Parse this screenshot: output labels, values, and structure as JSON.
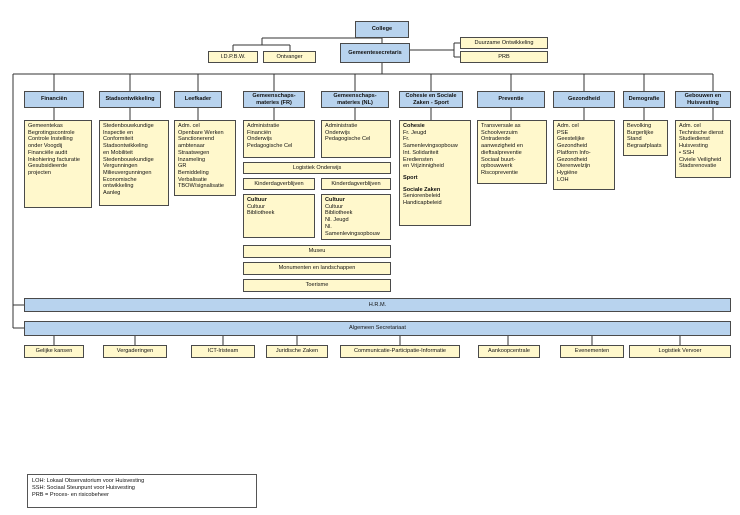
{
  "top": {
    "college": "College",
    "secretary": "Gemeentesecretaris",
    "idpbw": "I.D.P.B.W.",
    "ontvanger": "Ontvanger",
    "duurzame": "Duurzame Ontwikkeling",
    "prb": "PRB"
  },
  "departments": [
    {
      "title": "Financiën",
      "items": [
        "Gemeentekas",
        "Begrotingscontrole",
        "Controle Instelling",
        "onder Voogdij",
        "Financiële audit",
        "Inkohiering facturatie",
        "Gesubsidieerde",
        "projecten"
      ]
    },
    {
      "title": "Stadsontwikkeling",
      "items": [
        "Stedenbouwkundige",
        "Inspectie en",
        "Conformiteit",
        "Stadsontwikkeling",
        "en Mobiliteit",
        "Stedenbouwkundige",
        "Vergunningen",
        "Milieuvergunningen",
        "Economische",
        "ontwikkeling",
        "Aanleg"
      ]
    },
    {
      "title": "Leefkader",
      "items": [
        "Adm. cel",
        "Openbare Werken",
        "Sanctionerend",
        "ambtenaar",
        "Straatwegen",
        "Inzameling",
        "GR",
        "Bemiddeling",
        "Verbalisatie",
        "TBOW/signalisatie"
      ]
    },
    {
      "title": "Gemeenschaps-materies (FR)",
      "items": [
        "Administratie",
        "Financiën",
        "Onderwijs",
        "Pedagogische Cel"
      ]
    },
    {
      "title": "Gemeenschaps-materies (NL)",
      "items": [
        "Administratie",
        "Onderwijs",
        "Pedagogische Cel"
      ]
    },
    {
      "title": "Cohesie en Sociale Zaken - Sport"
    },
    {
      "title": "Preventie",
      "items": [
        "Transversale as",
        "Schoolverzuim",
        "Ontradende",
        "aanwezigheid en",
        "dieftsalpreventie",
        "Sociaal buurt-",
        "opbouwwerk",
        "Riscopreventie"
      ]
    },
    {
      "title": "Gezondheid",
      "items": [
        "Adm. cel",
        "PSE",
        "Geestelijke",
        "Gezondheid",
        "Platform Info-",
        "Gezondheid",
        "Dierenwelzijn",
        "Hygiëne",
        "LOH"
      ]
    },
    {
      "title": "Demografie",
      "items": [
        "Bevolking",
        "Burgerlijke",
        "Stand",
        "Begraafplaats"
      ]
    },
    {
      "title": "Gebouwen en Huisvesting",
      "items": [
        "Adm. cel",
        "Technische dienst",
        "Studiedienst",
        "Huisvesting",
        "•      SSH",
        "Civiele Veiligheid",
        "Stadsrenovatie"
      ]
    }
  ],
  "cohesie": {
    "head1": "Cohesie",
    "items1": [
      "Fr. Jeugd",
      "Fr.",
      "Samenlevingsopbouw",
      "Int. Solidariteit",
      "Erediensten",
      "en Vrijzinnigheid"
    ],
    "head2": "Sport",
    "head3": "Sociale Zaken",
    "items3": [
      "Seniorenbeleid",
      "Handicapbeleid"
    ]
  },
  "shared": {
    "logistiek": "Logistiek Onderwijs",
    "kdv_fr": "Kinderdagverblijven",
    "kdv_nl": "Kinderdagverblijven",
    "cultuur_fr_head": "Cultuur",
    "cultuur_fr_items": [
      "Cultuur",
      "Bibliotheek"
    ],
    "cultuur_nl_head": "Cultuur",
    "cultuur_nl_items": [
      "Cultuur",
      "Bibliotheek",
      "Nl. Jeugd",
      "Nl.",
      "Samenlevingsopbouw"
    ],
    "museu": "Museu",
    "monumenten": "Monumenten en landschappen",
    "toerisme": "Toerisme"
  },
  "hrm": "H.R.M.",
  "alg": "Algemeen Secretariaat",
  "bottom": [
    "Gelijke kansen",
    "Vergaderingen",
    "ICT-Iristeam",
    "Juridische Zaken",
    "Communicatie-Participatie-Informatie",
    "Aankoopcentrale",
    "Evenementen",
    "Logistiek Vervoer"
  ],
  "legend": [
    "LOH: Lokaal Observatorium voor Huisvesting",
    "SSH: Sociaal Steunpunt voor Huisvesting",
    "PRB = Proces- en risicobeheer"
  ]
}
